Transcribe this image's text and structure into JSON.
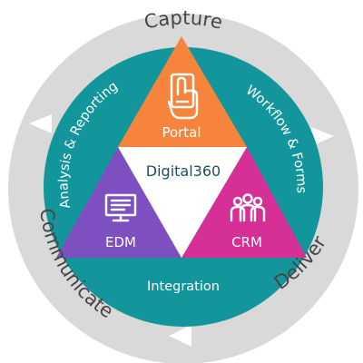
{
  "diagram": {
    "outer_labels": {
      "top": "Capture",
      "right": "Deliver",
      "left": "Communicate"
    },
    "inner_labels": {
      "left": "Analysis & Reporting",
      "right": "Workflow & Forms",
      "bottom": "Integration"
    },
    "segments": {
      "top": "Portal",
      "left": "EDM",
      "right": "CRM",
      "center": "Digital360"
    },
    "icons": {
      "top": "hand-on-tablet-icon",
      "left": "monitor-icon",
      "right": "people-group-icon"
    },
    "colors": {
      "outer_ring": "#d9d9d9",
      "teal": "#13969b",
      "portal": "#f7843c",
      "edm": "#7d4fc1",
      "crm": "#d62f96",
      "center": "#ffffff",
      "center_text": "#1c4f63",
      "outer_text": "#454545",
      "arrow": "#ffffff"
    }
  }
}
